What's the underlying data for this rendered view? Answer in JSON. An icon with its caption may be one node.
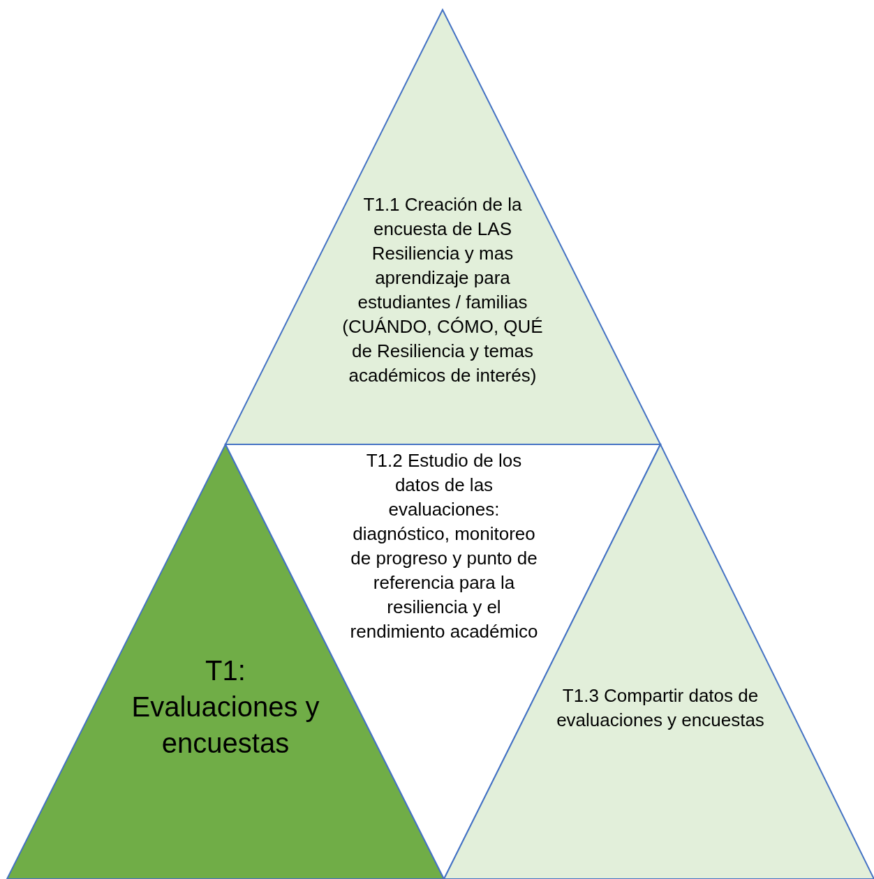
{
  "diagram": {
    "nodes": [
      {
        "text": [
          "T1.1 Creación de la encuesta de LAS Resiliencia y mas aprendizaje para estudiantes / familias (CUÁNDO, CÓMO, QUÉ de Resiliencia y temas académicos de interés)"
        ]
      },
      {
        "text": [
          "T1: Evaluaciones y encuestas"
        ]
      },
      {
        "text": [
          "T1.2 Estudio de los datos de las evaluaciones: diagnóstico, monitoreo de progreso y punto de referencia para la resiliencia y el rendimiento académico"
        ]
      },
      {
        "text": [
          "T1.3 Compartir datos de evaluaciones y encuestas"
        ]
      }
    ]
  }
}
